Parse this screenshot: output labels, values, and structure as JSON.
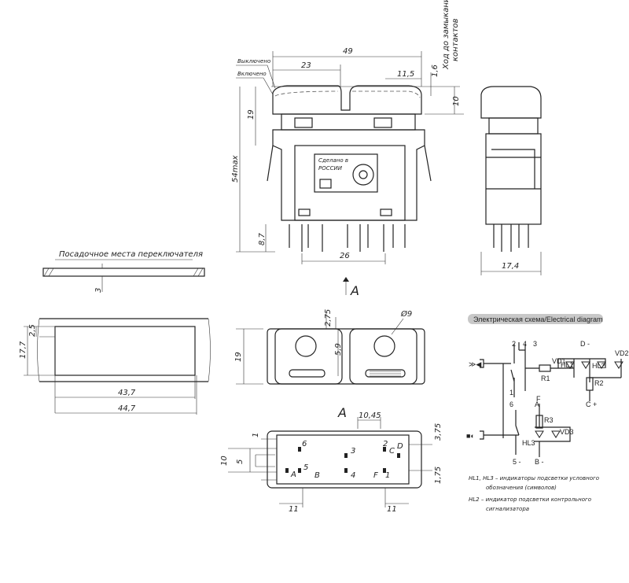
{
  "front_view": {
    "labels": {
      "off": "Выключено",
      "on": "Включено"
    },
    "stamp": {
      "line1": "Сделано в",
      "line2": "РОССИИ"
    },
    "dims": {
      "width": "49",
      "half": "23",
      "offset": "11,5",
      "travel": "1,6",
      "button_h": "10",
      "h19": "19",
      "h54": "54max",
      "pins": "8,7",
      "pin_span": "26"
    },
    "travel_note": {
      "line1": "Ход до замыкания",
      "line2": "контактов"
    }
  },
  "side_view": {
    "dims": {
      "width": "17,4"
    }
  },
  "mounting": {
    "title": "Посадочное места переключателя",
    "dims": {
      "thick": "3",
      "h25": "2,5",
      "h177": "17,7",
      "w437": "43,7",
      "w447": "44,7"
    }
  },
  "top_view": {
    "arrow_label": "A",
    "dims": {
      "d275": "2,75",
      "diam": "Ø9",
      "h19": "19",
      "d59": "5,9"
    }
  },
  "bottom_view": {
    "label": "A",
    "pins": [
      "6",
      "2",
      "3",
      "C",
      "D",
      "A",
      "5",
      "B",
      "4",
      "F",
      "1"
    ],
    "dims": {
      "d1045": "10,45",
      "d375": "3,75",
      "d1": "1",
      "d10": "10",
      "d5": "5",
      "d175": "1,75",
      "w11a": "11",
      "w11b": "11"
    }
  },
  "electrical": {
    "header": "Электрическая схема/Electrical diagram",
    "nodes": {
      "n2": "2",
      "n4": "4",
      "n3": "3",
      "n1": "1",
      "nF": "F",
      "n6": "6",
      "nA": "A",
      "n5": "5 -",
      "nB": "B -",
      "nD": "D -",
      "nC": "C +"
    },
    "components": {
      "vd1": "VD1",
      "vd2": "VD2",
      "vd3": "VD3",
      "hl1": "HL1",
      "hl2": "HL2",
      "hl3": "HL3",
      "r1": "R1",
      "r2": "R2",
      "r3": "R3"
    },
    "legend": [
      "HL1, HL3 – индикаторы подсветки условного",
      "обозначения (символов)",
      "HL2 – индикатор подсветки контрольного",
      "сигнализатора"
    ]
  }
}
